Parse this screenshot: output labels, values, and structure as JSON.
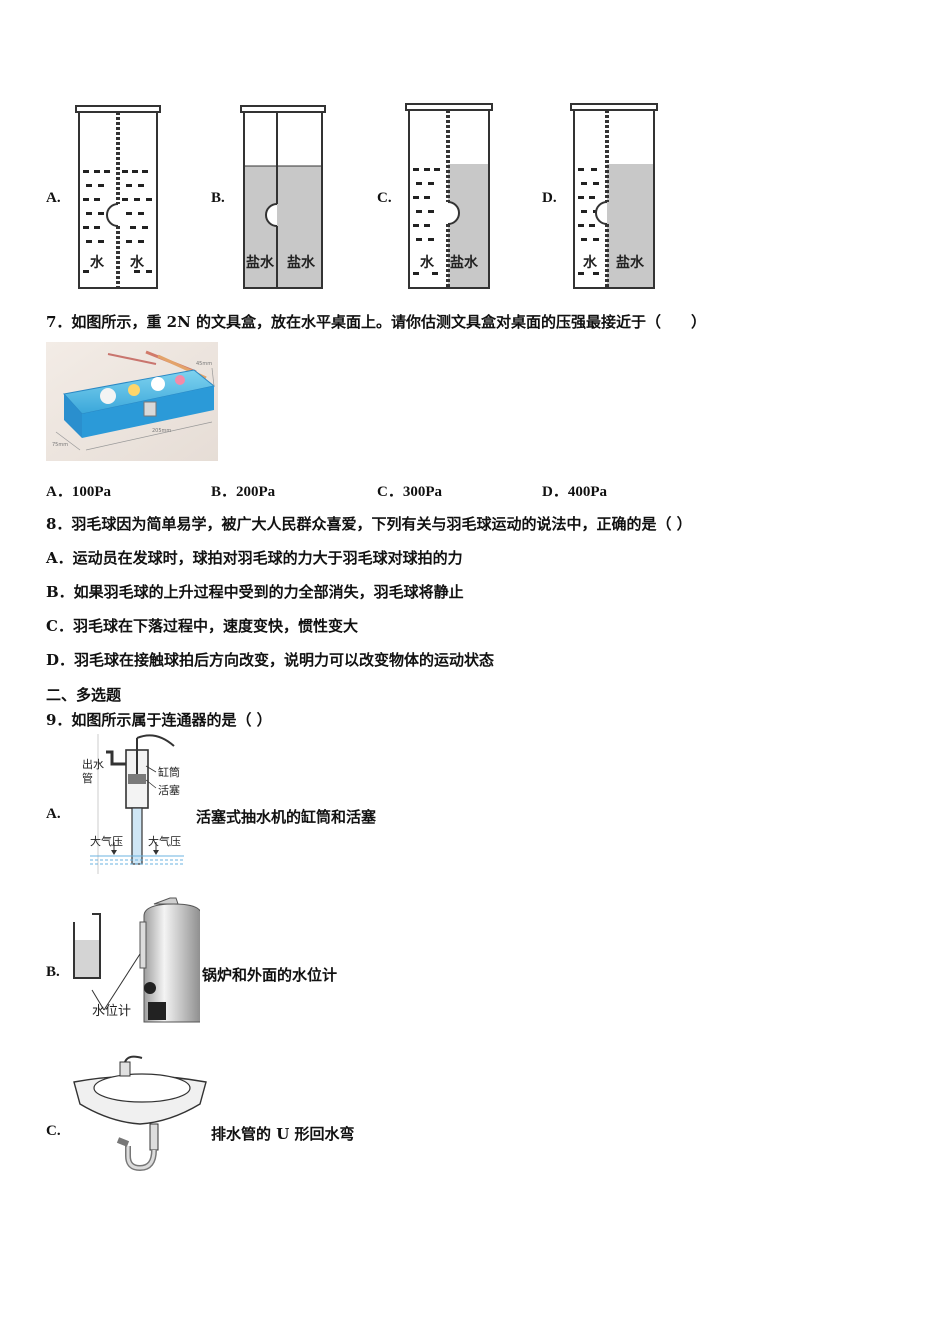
{
  "q6": {
    "options": [
      {
        "label": "A.",
        "left_text": "水",
        "right_text": "水"
      },
      {
        "label": "B.",
        "left_text": "盐水",
        "right_text": "盐水"
      },
      {
        "label": "C.",
        "left_text": "水",
        "right_text": "盐水"
      },
      {
        "label": "D.",
        "left_text": "水",
        "right_text": "盐水"
      }
    ]
  },
  "q7": {
    "stem": "7．如图所示，重 2N 的文具盒，放在水平桌面上。请你估测文具盒对桌面的压强最接近于（　　）",
    "photo_dims": {
      "top": "45mm",
      "bottom": "205mm",
      "left": "75mm"
    },
    "options": [
      "A．100Pa",
      "B．200Pa",
      "C．300Pa",
      "D．400Pa"
    ]
  },
  "q8": {
    "stem": "8．羽毛球因为简单易学，被广大人民群众喜爱，下列有关与羽毛球运动的说法中，正确的是（ ）",
    "options": [
      "A．运动员在发球时，球拍对羽毛球的力大于羽毛球对球拍的力",
      "B．如果羽毛球的上升过程中受到的力全部消失，羽毛球将静止",
      "C．羽毛球在下落过程中，速度变快，惯性变大",
      "D．羽毛球在接触球拍后方向改变，说明力可以改变物体的运动状态"
    ]
  },
  "section2": {
    "title": "二、多选题"
  },
  "q9": {
    "stem": "9．如图所示属于连通器的是（ ）",
    "options": [
      {
        "label": "A.",
        "text": "活塞式抽水机的缸筒和活塞",
        "fig": {
          "outlet_a": "出水",
          "outlet_b": "管",
          "cylinder": "缸筒",
          "piston": "活塞",
          "atm_left": "大气压",
          "atm_right": "大气压"
        }
      },
      {
        "label": "B.",
        "text": "锅炉和外面的水位计",
        "fig": {
          "gauge": "水位计"
        }
      },
      {
        "label": "C.",
        "text": "排水管的 U 形回水弯"
      }
    ]
  }
}
